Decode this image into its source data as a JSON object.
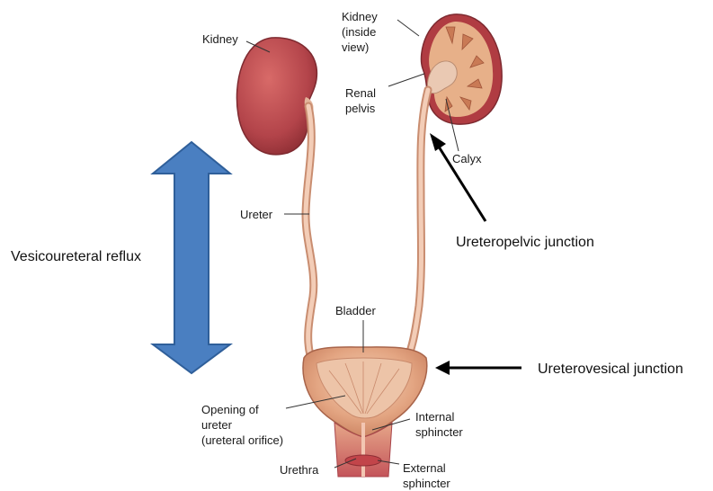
{
  "labels": {
    "kidney": "Kidney",
    "kidney_inside": [
      "Kidney",
      "(inside",
      "view)"
    ],
    "renal_pelvis": [
      "Renal",
      "pelvis"
    ],
    "calyx": "Calyx",
    "ureter": "Ureter",
    "bladder": "Bladder",
    "opening": [
      "Opening of",
      "ureter",
      "(ureteral orifice)"
    ],
    "internal_sphincter": [
      "Internal",
      "sphincter"
    ],
    "urethra": "Urethra",
    "external_sphincter": [
      "External",
      "sphincter"
    ]
  },
  "annotations": {
    "vesicoureteral_reflux": "Vesicoureteral reflux",
    "ureteropelvic_junction": "Ureteropelvic junction",
    "ureterovesical_junction": "Ureterovesical junction"
  },
  "colors": {
    "reflux_arrow": "#4a7fc1",
    "reflux_arrow_edge": "#2f5f9a",
    "kidney": "#b5474a",
    "ureter": "#e8b295",
    "bladder": "#e0a07a",
    "pointer_arrow": "#000000"
  }
}
